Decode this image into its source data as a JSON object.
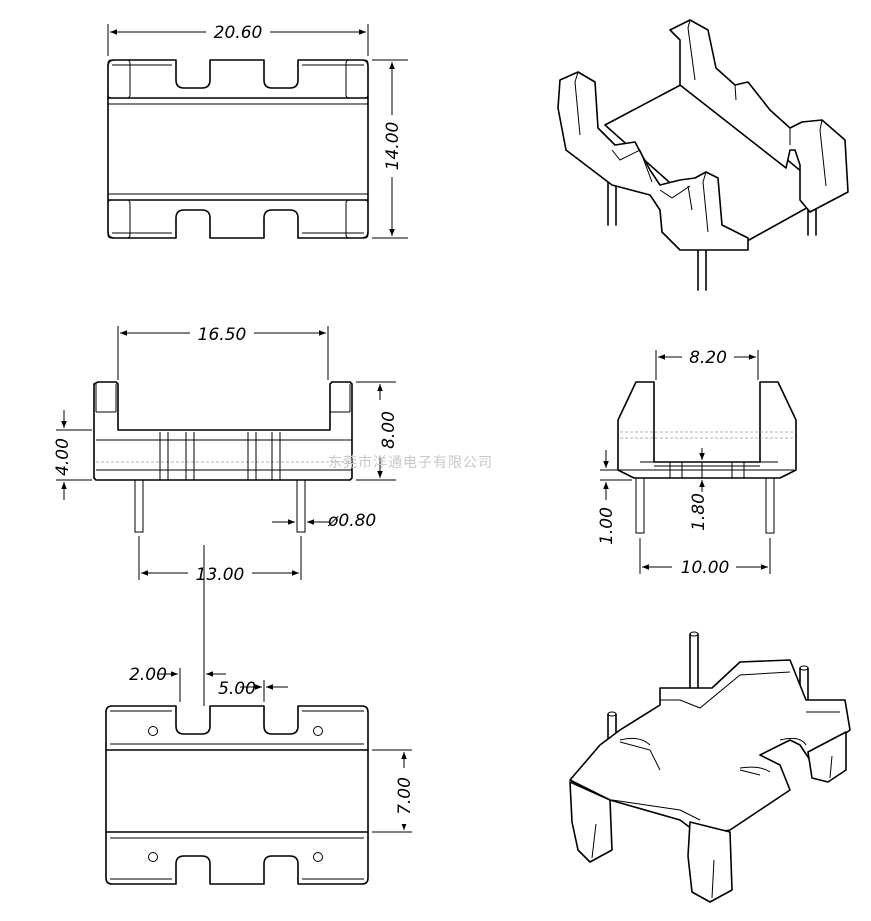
{
  "dimensions": {
    "top_width": "20.60",
    "top_height": "14.00",
    "front_inner_width": "16.50",
    "front_left_height": "4.00",
    "front_total_height": "8.00",
    "pin_diameter": "ø0.80",
    "pin_spacing_front": "13.00",
    "side_inner_width": "8.20",
    "side_base_thickness": "1.00",
    "side_floor_height": "1.80",
    "side_pin_spacing": "10.00",
    "bottom_slot_offset": "2.00",
    "bottom_slot_width": "5.00",
    "bottom_slot_spacing": "7.00"
  },
  "watermark": "东莞市洋通电子有限公司"
}
